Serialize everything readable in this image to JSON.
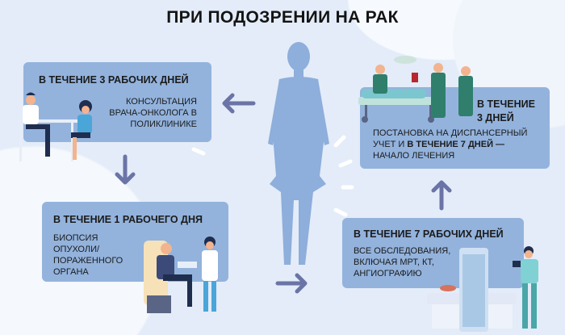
{
  "title": "ПРИ ПОДОЗРЕНИИ НА РАК",
  "steps": [
    {
      "heading": "В ТЕЧЕНИЕ 3 РАБОЧИХ ДНЕЙ",
      "lines": [
        "КОНСУЛЬТАЦИЯ",
        "ВРАЧА-ОНКОЛОГА В",
        "ПОЛИКЛИНИКЕ"
      ]
    },
    {
      "heading": "В ТЕЧЕНИЕ 1 РАБОЧЕГО ДНЯ",
      "lines": [
        "БИОПСИЯ",
        "ОПУХОЛИ/",
        "ПОРАЖЕННОГО",
        "ОРГАНА"
      ]
    },
    {
      "heading": "В ТЕЧЕНИЕ 7 РАБОЧИХ ДНЕЙ",
      "lines": [
        "ВСЕ ОБСЛЕДОВАНИЯ,",
        "ВКЛЮЧАЯ МРТ, КТ,",
        "АНГИОГРАФИЮ"
      ]
    },
    {
      "heading_lines": [
        "В ТЕЧЕНИЕ",
        "3 ДНЕЙ"
      ],
      "line1": "ПОСТАНОВКА НА ДИСПАНСЕРНЫЙ",
      "line2_normal": "УЧЕТ И ",
      "line2_bold": "В ТЕЧЕНИЕ 7 ДНЕЙ —",
      "line3": "НАЧАЛО ЛЕЧЕНИЯ"
    }
  ],
  "colors": {
    "box": "#93b3dd",
    "arrow": "#6b74a6",
    "silhouette": "#8eaedb",
    "background": "#e3ecf8"
  }
}
